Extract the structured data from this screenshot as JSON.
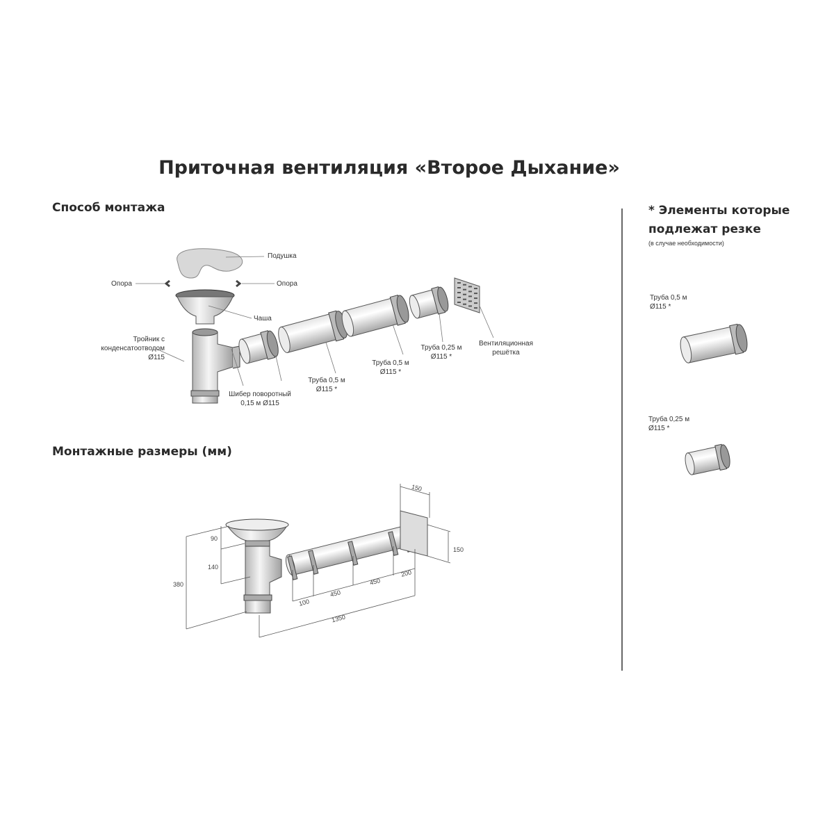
{
  "title": "Приточная вентиляция «Второе Дыхание»",
  "mounting": {
    "heading": "Способ монтажа",
    "labels": {
      "cushion": "Подушка",
      "support_left": "Опора",
      "support_right": "Опора",
      "bowl": "Чаша",
      "tee": [
        "Тройник с",
        "конденсатоотводом",
        "Ø115"
      ],
      "damper": [
        "Шибер поворотный",
        "0,15 м Ø115"
      ],
      "pipe1": [
        "Труба 0,5 м",
        "Ø115 *"
      ],
      "pipe2": [
        "Труба 0,5 м",
        "Ø115 *"
      ],
      "pipe3": [
        "Труба 0,25 м",
        "Ø115 *"
      ],
      "grille": [
        "Вентиляционная",
        "решётка"
      ]
    }
  },
  "dimensions": {
    "heading": "Монтажные размеры (мм)",
    "values": {
      "bowl_height": "90",
      "tee_upper": "140",
      "total_height": "380",
      "damper": "100",
      "pipe1": "450",
      "pipe2": "450",
      "pipe3": "200",
      "total_length": "1350",
      "grille_width": "150",
      "grille_height": "150"
    }
  },
  "cut_elements": {
    "heading": [
      "* Элементы которые",
      "подлежат резке"
    ],
    "note": "(в случае необходимости)",
    "items": [
      {
        "name": "Труба 0,5 м",
        "diameter": "Ø115 *"
      },
      {
        "name": "Труба 0,25 м",
        "diameter": "Ø115 *"
      }
    ]
  }
}
